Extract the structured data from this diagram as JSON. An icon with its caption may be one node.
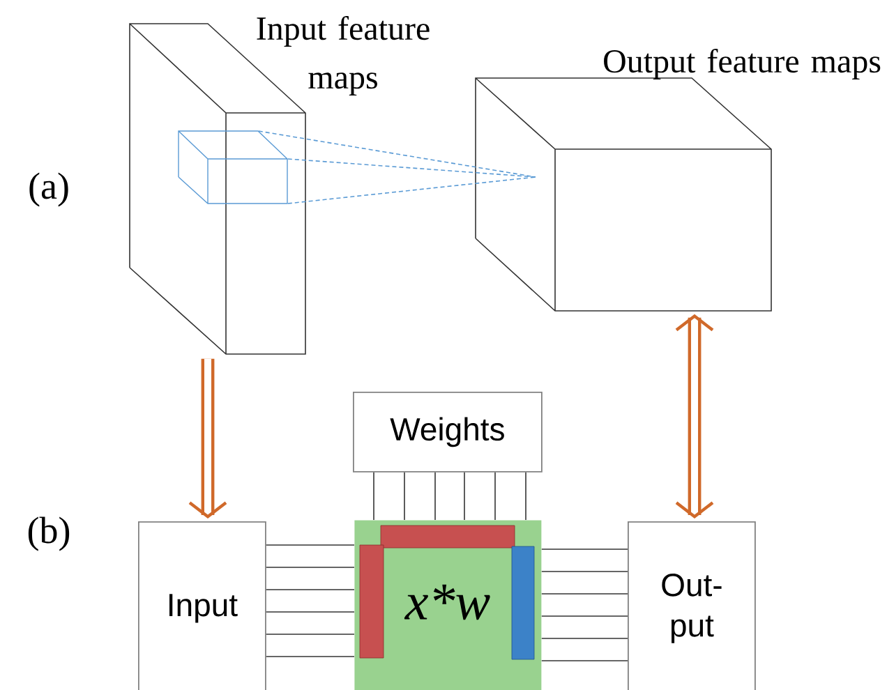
{
  "diagram": {
    "nodes": [
      {
        "text": [
          "Input feature maps"
        ]
      },
      {
        "text": [
          "Output feature maps"
        ]
      },
      {
        "text": [
          "Weights"
        ]
      },
      {
        "text": [
          "Input"
        ]
      },
      {
        "text": [
          "x*w"
        ]
      },
      {
        "text": [
          "Out- put"
        ]
      },
      {
        "text": [],
        "shape": "box",
        "in": 0
      }
    ],
    "edges": [
      {
        "from": 6,
        "to": 1,
        "arrow": "none",
        "style": "dashed",
        "color": "#5b9bd5"
      },
      {
        "from": 6,
        "to": 1,
        "arrow": "none",
        "style": "dashed",
        "color": "#5b9bd5"
      },
      {
        "from": 6,
        "to": 1,
        "arrow": "none",
        "style": "dashed",
        "color": "#5b9bd5"
      },
      {
        "from": 0,
        "to": 3,
        "arrow": "to",
        "style": "thick",
        "color": "#d0692a"
      },
      {
        "from": 1,
        "to": 5,
        "arrow": "both",
        "style": "thick",
        "color": "#d0692a"
      },
      {
        "from": 2,
        "to": 4,
        "arrow": "none"
      },
      {
        "from": 2,
        "to": 4,
        "arrow": "none"
      },
      {
        "from": 2,
        "to": 4,
        "arrow": "none"
      },
      {
        "from": 2,
        "to": 4,
        "arrow": "none"
      },
      {
        "from": 2,
        "to": 4,
        "arrow": "none"
      },
      {
        "from": 2,
        "to": 4,
        "arrow": "none"
      },
      {
        "from": 3,
        "to": 4,
        "arrow": "none"
      },
      {
        "from": 3,
        "to": 4,
        "arrow": "none"
      },
      {
        "from": 3,
        "to": 4,
        "arrow": "none"
      },
      {
        "from": 3,
        "to": 4,
        "arrow": "none"
      },
      {
        "from": 3,
        "to": 4,
        "arrow": "none"
      },
      {
        "from": 3,
        "to": 4,
        "arrow": "none"
      },
      {
        "from": 4,
        "to": 5,
        "arrow": "none"
      },
      {
        "from": 4,
        "to": 5,
        "arrow": "none"
      },
      {
        "from": 4,
        "to": 5,
        "arrow": "none"
      },
      {
        "from": 4,
        "to": 5,
        "arrow": "none"
      },
      {
        "from": 4,
        "to": 5,
        "arrow": "none"
      },
      {
        "from": 4,
        "to": 5,
        "arrow": "none"
      }
    ],
    "labels": [
      "(a)",
      "(b)"
    ]
  }
}
